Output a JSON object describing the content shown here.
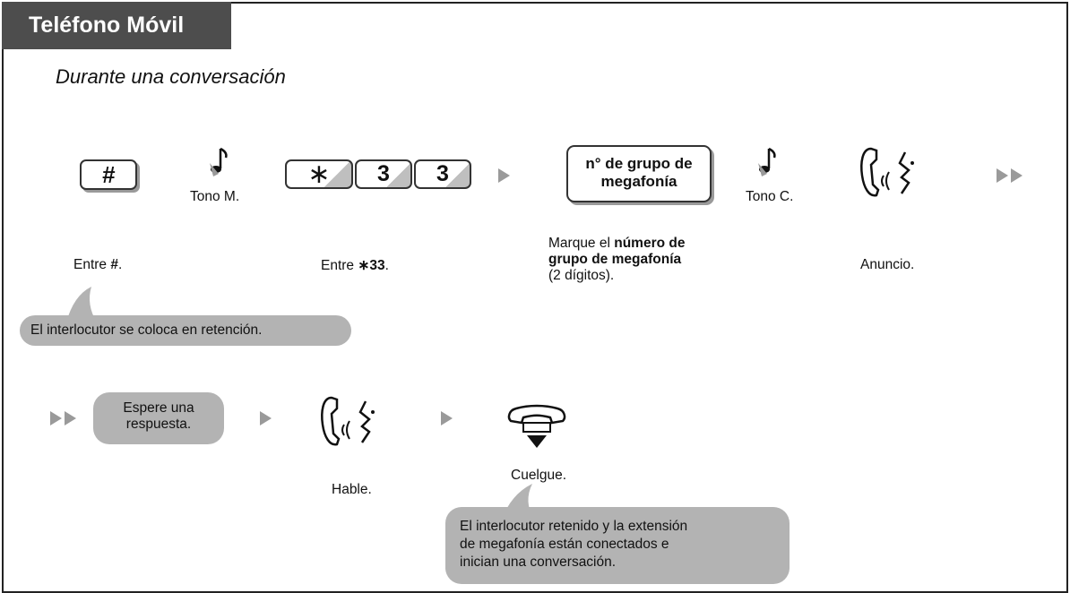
{
  "title": "Teléfono Móvil",
  "subtitle": "Durante una conversación",
  "row1": {
    "hash_key": "#",
    "tone_m": "Tono M.",
    "star_key": "∗",
    "digit1": "3",
    "digit2": "3",
    "group_key_line1": "n° de grupo de",
    "group_key_line2": "megafonía",
    "tone_c": "Tono C.",
    "enter_hash_prefix": "Entre ",
    "enter_hash_bold": "#",
    "enter_hash_suffix": ".",
    "enter_code_prefix": "Entre ",
    "enter_code_bold": "∗33",
    "enter_code_suffix": ".",
    "dial_prefix": "Marque el ",
    "dial_bold1": "número de",
    "dial_bold2": "grupo de megafonía",
    "dial_suffix": "(2 dígitos).",
    "announce": "Anuncio.",
    "hold_bubble": "El interlocutor se coloca en retención."
  },
  "row2": {
    "wait_bubble_line1": "Espere una",
    "wait_bubble_line2": "respuesta.",
    "talk": "Hable.",
    "hangup": "Cuelgue.",
    "connected_line1": "El interlocutor retenido y la extensión",
    "connected_line2": "de megafonía están conectados e",
    "connected_line3": "inician una conversación."
  },
  "colors": {
    "title_bg": "#4d4d4d",
    "bubble": "#b3b3b3",
    "arrow": "#9a9a9a"
  }
}
